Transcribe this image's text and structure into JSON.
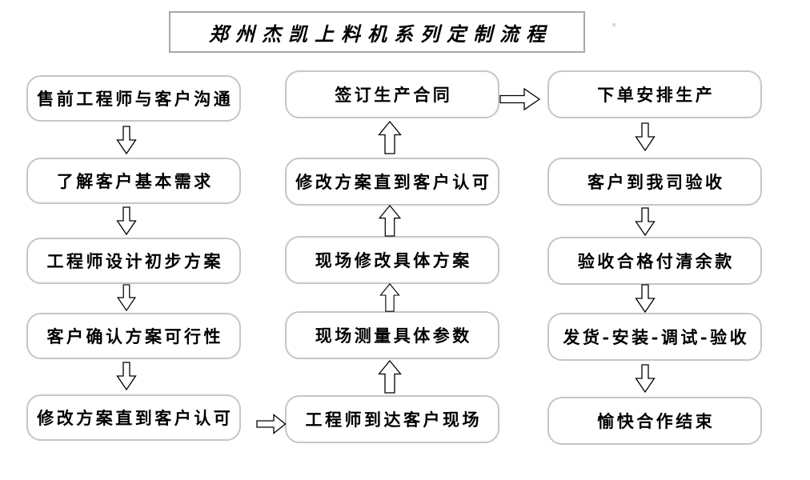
{
  "title": "郑州杰凯上料机系列定制流程",
  "flow": {
    "left": [
      "售前工程师与客户沟通",
      "了解客户基本需求",
      "工程师设计初步方案",
      "客户确认方案可行性",
      "修改方案直到客户认可"
    ],
    "middle": [
      "签订生产合同",
      "修改方案直到客户认可",
      "现场修改具体方案",
      "现场测量具体参数",
      "工程师到达客户现场"
    ],
    "right": [
      "下单安排生产",
      "客户到我司验收",
      "验收合格付清余款",
      "发货-安装-调试-验收",
      "愉快合作结束"
    ]
  },
  "arrows": {
    "left_column_direction": "down",
    "middle_column_direction": "up",
    "right_column_direction": "down",
    "left_bottom_to_middle_bottom": "right",
    "middle_top_to_right_top": "right"
  },
  "icons": {
    "down-arrow-icon": "⇩ hollow block arrow",
    "up-arrow-icon": "⇧ hollow block arrow",
    "right-arrow-icon": "⇨ hollow block arrow"
  },
  "colors": {
    "background": "#ffffff",
    "box_border": "#c6c6c6",
    "title_border": "#a8a8a8",
    "text": "#000000",
    "arrow_outline": "#000000",
    "arrow_fill": "#ffffff"
  }
}
